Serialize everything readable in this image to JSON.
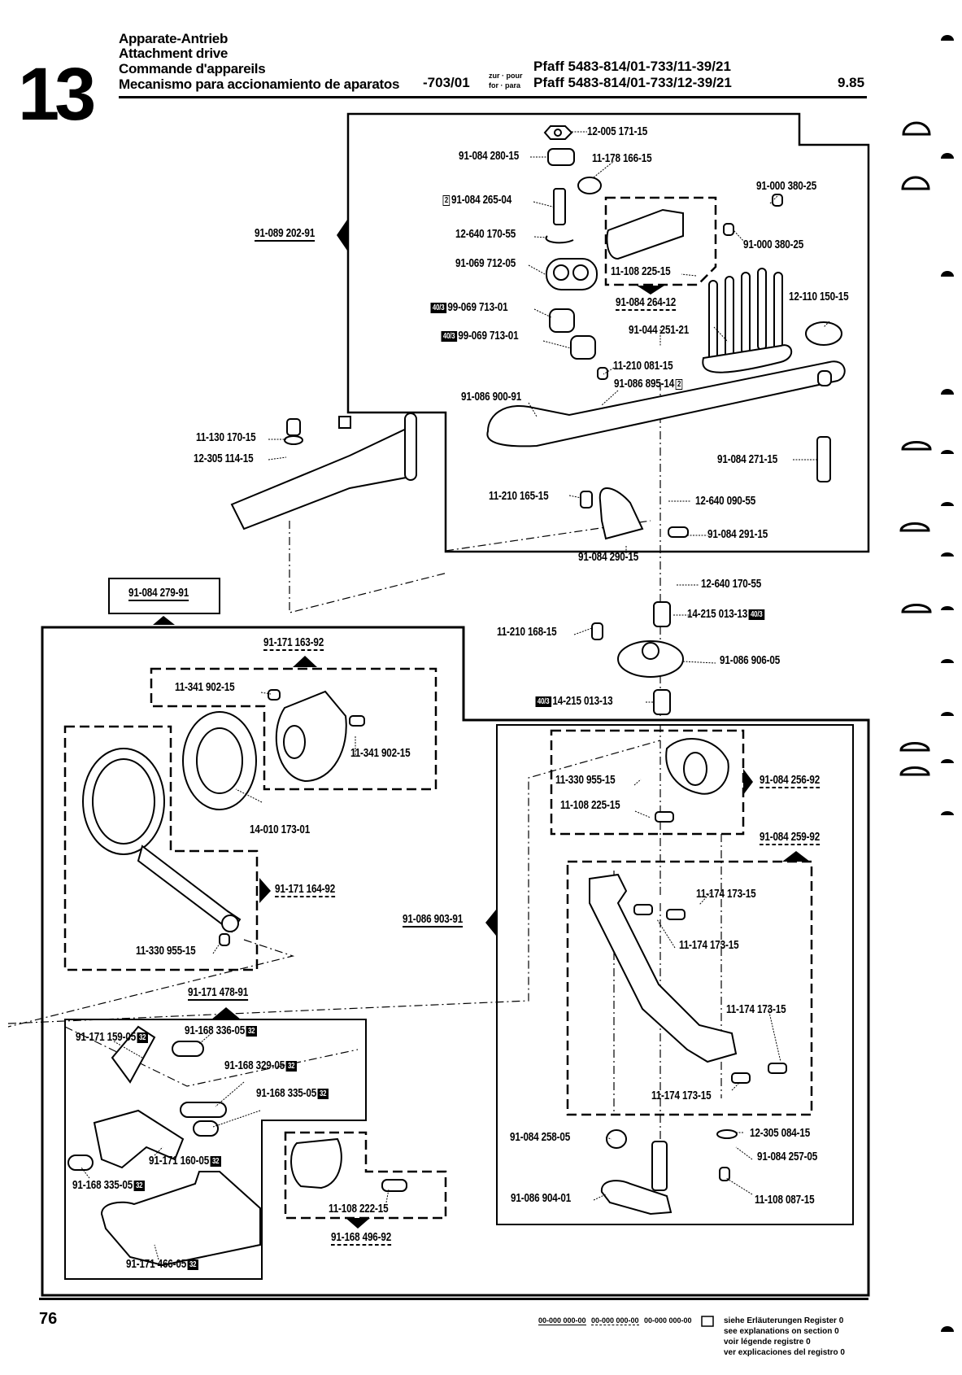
{
  "header": {
    "section_number": "13",
    "titles": [
      "Apparate-Antrieb",
      "Attachment drive",
      "Commande d'appareils",
      "Mecanismo para accionamiento de aparatos"
    ],
    "variant": "-703/01",
    "for_label_top": "zur · pour",
    "for_label_bottom": "for · para",
    "models": [
      "Pfaff 5483-814/01-733/11-39/21",
      "Pfaff 5483-814/01-733/12-39/21"
    ],
    "date": "9.85"
  },
  "assemblies": {
    "top": "91-089 202-91",
    "left_box": "91-084 279-91",
    "cam_group": "91-171 163-92",
    "crank_group": "91-171 164-92",
    "lower_left": "91-171 478-91",
    "right_box": "91-086 903-91",
    "clamp_upper": "91-084 256-92",
    "lever_group": "91-084 259-92",
    "clamp_small": "91-168 496-92",
    "fork_group": "91-084 264-12"
  },
  "parts": {
    "p01": "12-005 171-15",
    "p02": "91-084 280-15",
    "p03": "11-178 166-15",
    "p04": "91-084 265-04",
    "p05": "12-640 170-55",
    "p06": "91-069 712-05",
    "p07": "99-069 713-01",
    "p08": "99-069 713-01",
    "p09": "11-108 225-15",
    "p10": "91-000 380-25",
    "p11": "91-000 380-25",
    "p12": "12-110 150-15",
    "p13": "91-044 251-21",
    "p14": "11-210 081-15",
    "p15": "91-086 895-14",
    "p16": "91-086 900-91",
    "p17": "11-130 170-15",
    "p18": "12-305 114-15",
    "p19": "91-084 271-15",
    "p20": "11-210 165-15",
    "p21": "12-640 090-55",
    "p22": "91-084 291-15",
    "p23": "91-084 290-15",
    "p24": "12-640 170-55",
    "p25": "14-215 013-13",
    "p26": "11-210 168-15",
    "p27": "91-086 906-05",
    "p28": "14-215 013-13",
    "p29": "11-341 902-15",
    "p30": "11-341 902-15",
    "p31": "14-010 173-01",
    "p32": "11-330 955-15",
    "p33": "11-330 955-15",
    "p34": "11-108 225-15",
    "p35": "11-174 173-15",
    "p36": "11-174 173-15",
    "p37": "11-174 173-15",
    "p38": "11-174 173-15",
    "p39": "91-084 258-05",
    "p40": "12-305 084-15",
    "p41": "91-084 257-05",
    "p42": "91-086 904-01",
    "p43": "11-108 087-15",
    "p44": "91-171 159-05",
    "p45": "91-168 336-05",
    "p46": "91-168 329-05",
    "p47": "91-168 335-05",
    "p48": "91-171 160-05",
    "p49": "91-168 335-05",
    "p50": "91-171 466-05",
    "p51": "11-108 222-15"
  },
  "badges": {
    "two": "2",
    "forty_three": "40/3",
    "thirty_two": "32"
  },
  "footer": {
    "page_number": "76",
    "legend_samples": [
      "00-000 000-00",
      "00-000 000-00",
      "00-000 000-00"
    ],
    "legend_lines": [
      "siehe Erläuterungen Register 0",
      "see explanations on section 0",
      "voir légende registre 0",
      "ver explicaciones del registro 0"
    ]
  }
}
